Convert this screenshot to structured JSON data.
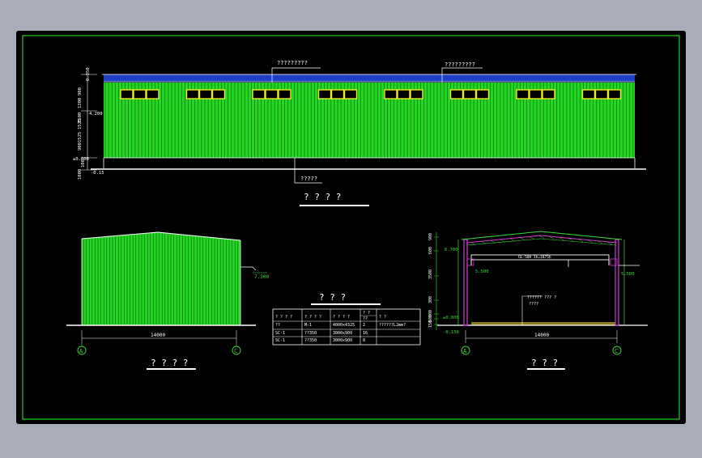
{
  "colors": {
    "background": "#a9adb9",
    "sheet": "#000000",
    "frame": "#1ed21e",
    "cladding": "#22d622",
    "cladding_line": "#0c5a0c",
    "roof_band": "#1f3fc6",
    "window_frame": "#f0ee22",
    "text": "#ffffff",
    "magenta": "#d43ad4",
    "section_green": "#3adc3a",
    "ground_yellow": "#8a7a1a"
  },
  "icons": [
    "axis-bubble-icon"
  ],
  "front_elevation": {
    "callout_left": "?????????",
    "callout_right": "?????????",
    "callout_bottom": "?????",
    "title": "? ? ? ?",
    "dims": [
      "6.350",
      "900",
      "1300",
      "1500",
      "4.200",
      "1525",
      "1525",
      "900",
      "±0.000",
      "-0.15",
      "100",
      "1000"
    ]
  },
  "side_elevation": {
    "level_label": "7.300",
    "span_label": "14000",
    "axis_left": "A",
    "axis_right": "C",
    "title": "? ? ? ?"
  },
  "schedule": {
    "title": "? ? ?",
    "headers": [
      "? ? ? ?",
      "? ? ? ?",
      "? ? ? ?",
      "? ?\n??",
      "? ?"
    ],
    "rows": [
      [
        "??",
        "M-1",
        "4000x4325",
        "2",
        "??????L2mm?"
      ],
      [
        "SC-1",
        "??350",
        "3000x900",
        "16",
        ""
      ],
      [
        "SC-1",
        "??350",
        "3000x900",
        "8",
        ""
      ]
    ]
  },
  "section": {
    "beam_label": "GL-50H 1h=1875h",
    "floor_label": "?????? ??? ?",
    "floor_label2": "????",
    "level_top": "6.700",
    "level_crane": "5.500",
    "level_crane_r": "5.500",
    "level_floor": "±0.000",
    "level_ground": "-0.150",
    "span_label": "14000",
    "axis_left": "A",
    "axis_right": "C",
    "title": "? ? ?",
    "dims": [
      "900",
      "600",
      "3500",
      "300",
      "900",
      "600",
      "150"
    ]
  }
}
